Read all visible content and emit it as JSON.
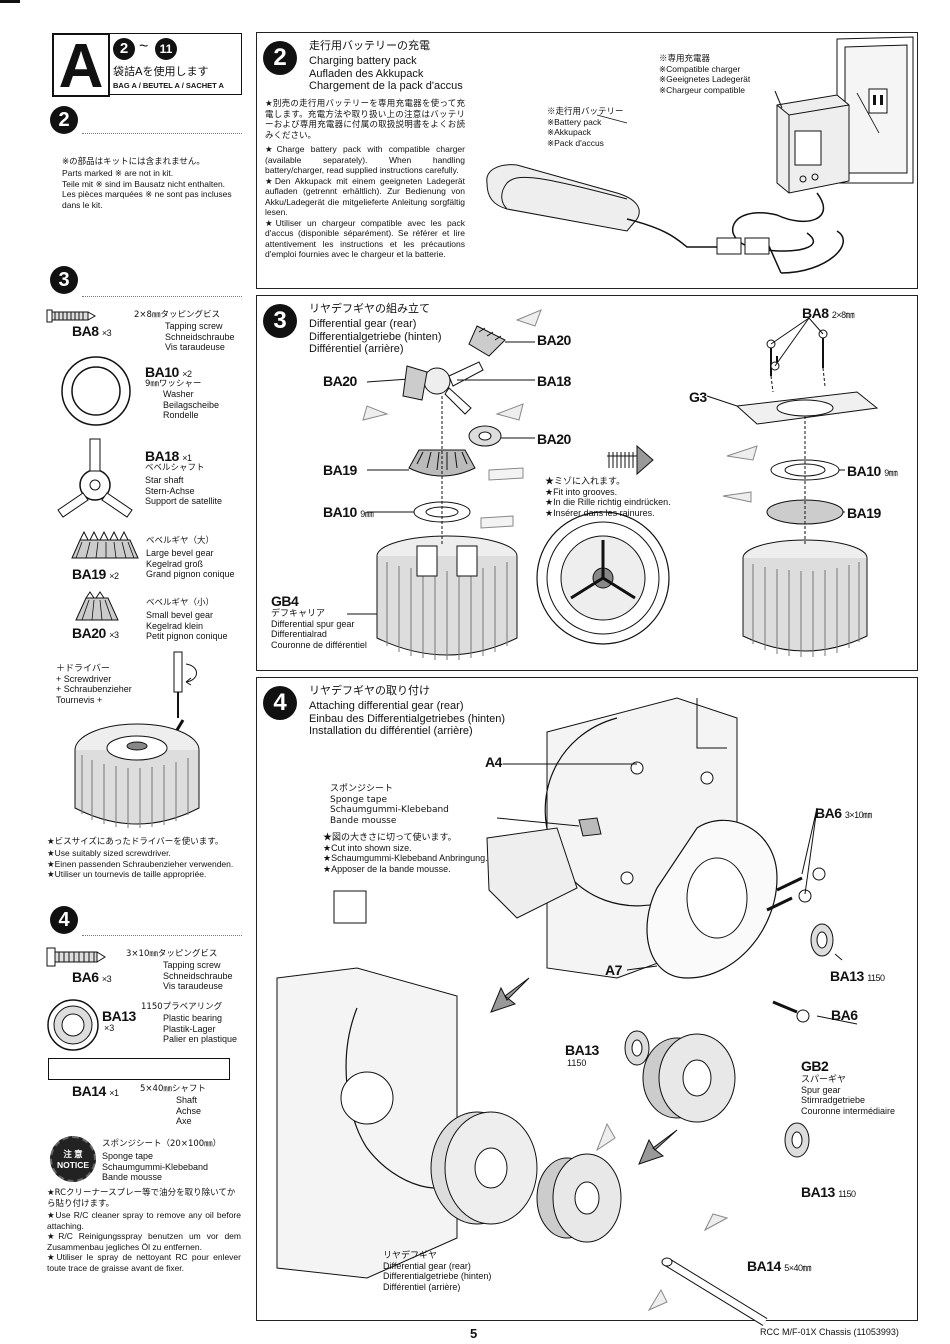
{
  "header": {
    "bag_letter": "A",
    "step_from": "2",
    "step_tilde": "~",
    "step_to": "11",
    "bag_jp": "袋詰Aを使用します",
    "bag_label": "BAG A / BEUTEL A / SACHET A"
  },
  "left": {
    "s2": {
      "num": "2",
      "note_jp": "※の部品はキットには含まれません。",
      "note": "Parts marked ※ are not in kit.\nTeile mit ※ sind im Bausatz nicht enthalten.\nLes pièces marquées ※ ne sont pas incluses dans le kit."
    },
    "s3": {
      "num": "3",
      "ba8": {
        "size": "2×8㎜タッピングビス",
        "code": "BA8",
        "qty": "×3",
        "names": "Tapping screw\nSchneidschraube\nVis taraudeuse"
      },
      "ba10": {
        "code": "BA10",
        "qty": "×2",
        "jp": "9㎜ワッシャー",
        "names": "Washer\nBeilagscheibe\nRondelle"
      },
      "ba18": {
        "code": "BA18",
        "qty": "×1",
        "jp": "ベベルシャフト",
        "names": "Star shaft\nStern-Achse\nSupport de satellite"
      },
      "ba19": {
        "code": "BA19",
        "qty": "×2",
        "jp": "ベベルギヤ（大）",
        "names": "Large bevel gear\nKegelrad groß\nGrand pignon conique"
      },
      "ba20": {
        "code": "BA20",
        "qty": "×3",
        "jp": "ベベルギヤ（小）",
        "names": "Small bevel gear\nKegelrad klein\nPetit pignon conique"
      },
      "driver": "＋ドライバー\n+ Screwdriver\n+ Schraubenzieher\nTournevis +",
      "driver_note_jp": "★ビスサイズにあったドライバーを使います。",
      "driver_note": "★Use suitably sized screwdriver.\n★Einen passenden Schraubenzieher verwenden.\n★Utiliser un tournevis de taille appropriée."
    },
    "s4": {
      "num": "4",
      "ba6": {
        "size": "3×10㎜タッピングビス",
        "code": "BA6",
        "qty": "×3",
        "names": "Tapping screw\nSchneidschraube\nVis taraudeuse"
      },
      "ba13": {
        "code": "BA13",
        "qty": "×3",
        "jp": "1150プラベアリング",
        "names": "Plastic bearing\nPlastik-Lager\nPalier en plastique"
      },
      "ba14": {
        "code": "BA14",
        "qty": "×1",
        "jp": "5×40㎜シャフト",
        "names": "Shaft\nAchse\nAxe"
      },
      "notice_badge": "注 意\nNOTICE",
      "sponge_jp": "スポンジシート（20×100㎜）",
      "sponge": "Sponge tape\nSchaumgummi-Klebeband\nBande mousse",
      "rc_note_jp": "★RCクリーナースプレー等で油分を取り除いてから貼り付けます。",
      "rc_note": "★Use R/C cleaner spray to remove any oil before attaching.\n★R/C Reinigungsspray benutzen um vor dem Zusammenbau jegliches Öl zu entfernen.\n★Utiliser le spray de nettoyant RC pour enlever toute trace de graisse avant de fixer."
    }
  },
  "step2": {
    "num": "2",
    "title_jp": "走行用バッテリーの充電",
    "title": "Charging battery pack\nAufladen des Akkupack\nChargement de la pack d'accus",
    "body_jp": "★別売の走行用バッテリーを専用充電器を使って充電します。充電方法や取り扱い上の注意はバッテリーおよび専用充電器に付属の取扱説明書をよくお読みください。",
    "body": "★Charge battery pack with compatible charger (available separately). When handling battery/charger, read supplied instructions carefully.\n★Den Akkupack mit einem geeigneten Ladegerät aufladen (getrennt erhältlich). Zur Bedienung von Akku/Ladegerät die mitgelieferte Anleitung sorgfältig lesen.\n★Utiliser un chargeur compatible avec les pack d'accus (disponible séparément). Se référer et lire attentivement les instructions et les précautions d'emploi fournies avec le chargeur et la batterie.",
    "charger_label": "※専用充電器\n※Compatible charger\n※Geeignetes Ladegerät\n※Chargeur compatible",
    "battery_label": "※走行用バッテリー\n※Battery pack\n※Akkupack\n※Pack d'accus"
  },
  "step3": {
    "num": "3",
    "title_jp": "リヤデフギヤの組み立て",
    "title": "Differential gear (rear)\nDifferentialgetriebe (hinten)\nDifférentiel (arrière)",
    "labels": {
      "ba20a": "BA20",
      "ba20b": "BA20",
      "ba20c": "BA20",
      "ba18": "BA18",
      "ba19a": "BA19",
      "ba19b": "BA19",
      "ba10a": "BA10",
      "ba10b": "BA10",
      "mm9a": "9㎜",
      "mm9b": "9㎜",
      "ba8": "BA8",
      "ba8size": "2×8㎜",
      "g3": "G3"
    },
    "gb4": {
      "code": "GB4",
      "names": "デフキャリア\nDifferential spur gear\nDifferentialrad\nCouronne de différentiel"
    },
    "groove_note": "★ミゾに入れます。\n★Fit into grooves.\n★In die Rille richtig eindrücken.\n★Insérer dans les rainures."
  },
  "step4": {
    "num": "4",
    "title_jp": "リヤデフギヤの取り付け",
    "title": "Attaching differential gear (rear)\nEinbau des Differentialgetriebes (hinten)\nInstallation du différentiel (arrière)",
    "sponge": "スポンジシート\nSponge tape\nSchaumgummi-Klebeband\nBande mousse",
    "cut_note": "★図の大きさに切って使います。\n★Cut into shown size.\n★Schaumgummi-Klebeband Anbringung.\n★Apposer de la bande mousse.",
    "labels": {
      "a4": "A4",
      "a7": "A7",
      "ba6a": "BA6",
      "ba6b": "BA6",
      "ba6size": "3×10㎜",
      "ba13a": "BA13",
      "ba13b": "BA13",
      "ba13c": "BA13",
      "n1150": "1150",
      "ba14": "BA14",
      "ba14size": "5×40㎜"
    },
    "gb2": {
      "code": "GB2",
      "names": "スパーギヤ\nSpur gear\nStirnradgetriebe\nCouronne intermédiaire"
    },
    "diff": "リヤデフギヤ\nDifferential gear (rear)\nDifferentialgetriebe (hinten)\nDifférentiel (arrière)"
  },
  "footer": {
    "page": "5",
    "model": "RCC M/F-01X Chassis (11053993)"
  }
}
